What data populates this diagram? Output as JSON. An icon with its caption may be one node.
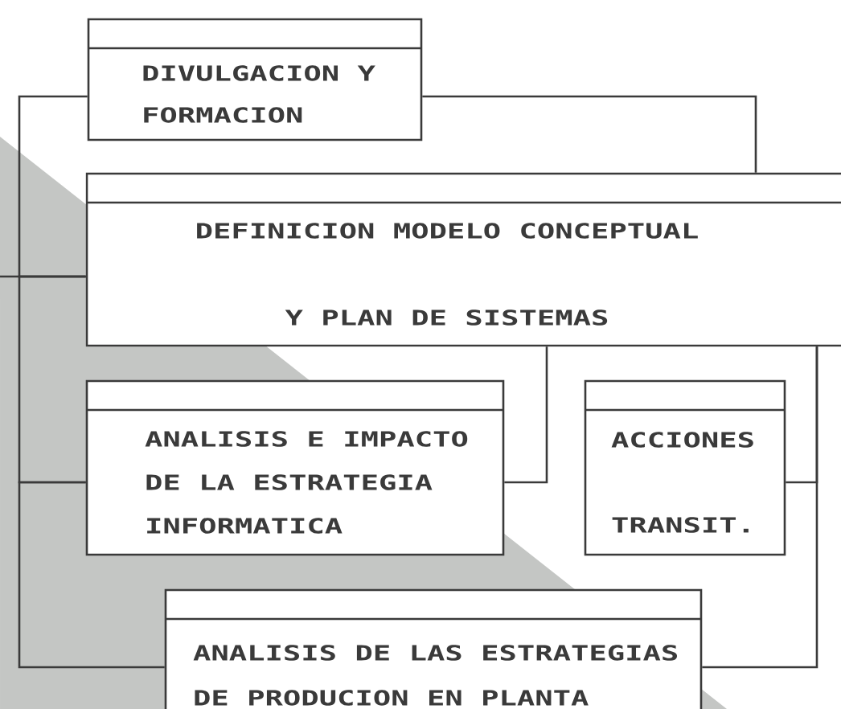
{
  "diagram": {
    "nodes": [
      {
        "text": [
          "DIVULGACION Y FORMACION"
        ]
      },
      {
        "text": [
          "DEFINICION MODELO CONCEPTUAL Y PLAN DE SISTEMAS"
        ]
      },
      {
        "text": [
          "ANALISIS E IMPACTO DE LA ESTRATEGIA INFORMATICA"
        ]
      },
      {
        "text": [
          "ACCIONES TRANSIT."
        ]
      },
      {
        "text": [
          "ANALISIS DE LAS ESTRATEGIAS DE PRODUCION EN PLANTA"
        ]
      }
    ],
    "edges": [
      {
        "from": 0,
        "to": 1,
        "arrow": "none"
      },
      {
        "from": 0,
        "to": 1,
        "arrow": "none"
      },
      {
        "from": 1,
        "to": 2,
        "arrow": "none"
      },
      {
        "from": 2,
        "to": 4,
        "arrow": "none"
      },
      {
        "from": null,
        "to": 1,
        "arrow": "none"
      },
      {
        "from": 1,
        "to": 2,
        "arrow": "none"
      },
      {
        "from": 1,
        "to": 3,
        "arrow": "none"
      },
      {
        "from": 1,
        "to": 4,
        "arrow": "none"
      }
    ]
  }
}
